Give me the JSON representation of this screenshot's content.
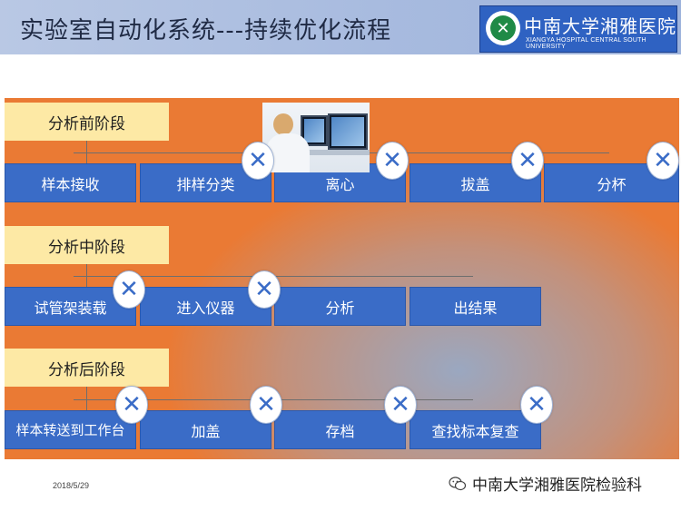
{
  "header": {
    "title": "实验室自动化系统---持续优化流程",
    "logo_cn": "中南大学湘雅医院",
    "logo_en": "XIANGYA HOSPITAL CENTRAL SOUTH UNIVERSITY"
  },
  "phases": [
    {
      "label": "分析前阶段",
      "steps": [
        "样本接收",
        "排样分类",
        "离心",
        "拔盖",
        "分杯"
      ]
    },
    {
      "label": "分析中阶段",
      "steps": [
        "试管架装载",
        "进入仪器",
        "分析",
        "出结果"
      ]
    },
    {
      "label": "分析后阶段",
      "steps": [
        "样本转送到工作台",
        "加盖",
        "存档",
        "查找标本复查"
      ]
    }
  ],
  "x_mark_glyph": "✕",
  "footer": {
    "date": "2018/5/29",
    "org": "中南大学湘雅医院检验科"
  },
  "colors": {
    "panel_orange": "#ea7a34",
    "phase_yellow": "#fde9a5",
    "step_blue": "#3a6cc7",
    "header_blue": "#a8bbdf"
  }
}
